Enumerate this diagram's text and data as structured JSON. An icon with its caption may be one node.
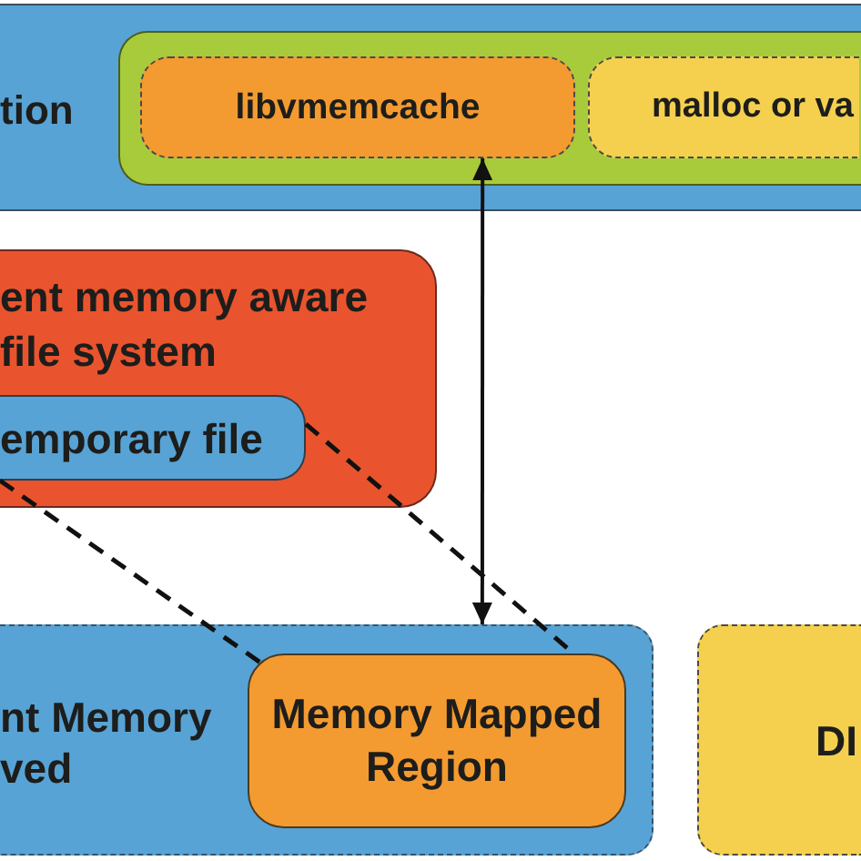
{
  "diagram": {
    "nodes": [
      {
        "text": [
          "tion"
        ]
      },
      {
        "text": [],
        "shape": "box",
        "in": 0
      },
      {
        "text": [
          "libvmemcache"
        ],
        "in": 1
      },
      {
        "text": [
          "malloc or va"
        ],
        "in": 1
      },
      {
        "text": [
          "ent memory aware file system"
        ]
      },
      {
        "text": [
          "emporary file"
        ],
        "in": 4
      },
      {
        "text": [
          "nt Memory ved"
        ]
      },
      {
        "text": [
          "Memory Mapped Region"
        ],
        "in": 6
      },
      {
        "text": [
          "DI"
        ]
      }
    ],
    "edges": [
      {
        "from": 2,
        "to": 6,
        "arrow": "both"
      },
      {
        "from": 5,
        "to": 7,
        "arrow": "none",
        "style": "dashed"
      },
      {
        "from": 5,
        "to": 7,
        "arrow": "none",
        "style": "dashed"
      }
    ]
  }
}
